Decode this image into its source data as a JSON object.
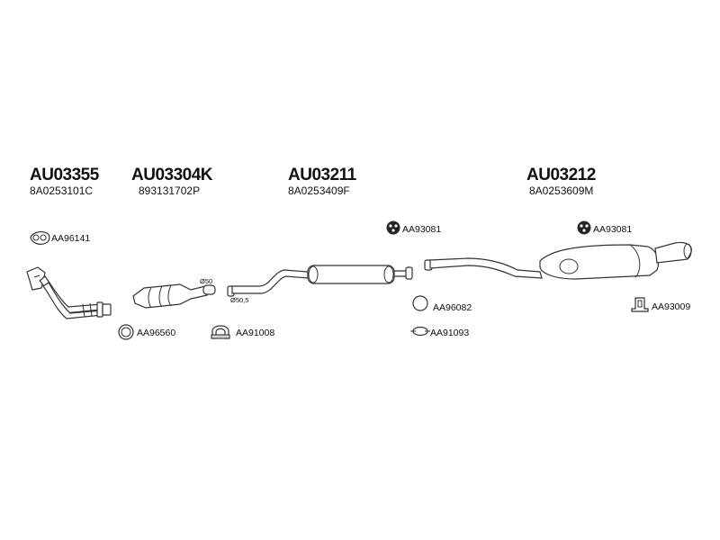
{
  "groups": [
    {
      "part_number": "AU03355",
      "oem_number": "8A0253101C"
    },
    {
      "part_number": "AU03304K",
      "oem_number": "893131702P"
    },
    {
      "part_number": "AU03211",
      "oem_number": "8A0253409F"
    },
    {
      "part_number": "AU03212",
      "oem_number": "8A0253609M"
    }
  ],
  "accessories": {
    "gasket_flange": "AA96141",
    "ring_gasket": "AA96560",
    "clamp_cat": "AA91008",
    "hanger_mid": "AA93081",
    "ring_mid": "AA96082",
    "clamp_mid": "AA91093",
    "hanger_rear": "AA93081",
    "bracket_rear": "AA93009"
  },
  "dimensions": {
    "diameter_50": "Ø50",
    "diameter_50_5": "Ø50,5"
  },
  "icons": {
    "gasket": "flange-gasket-icon",
    "ring": "ring-gasket-icon",
    "clamp": "u-clamp-icon",
    "hanger": "rubber-hanger-icon",
    "bracket": "bracket-icon"
  }
}
